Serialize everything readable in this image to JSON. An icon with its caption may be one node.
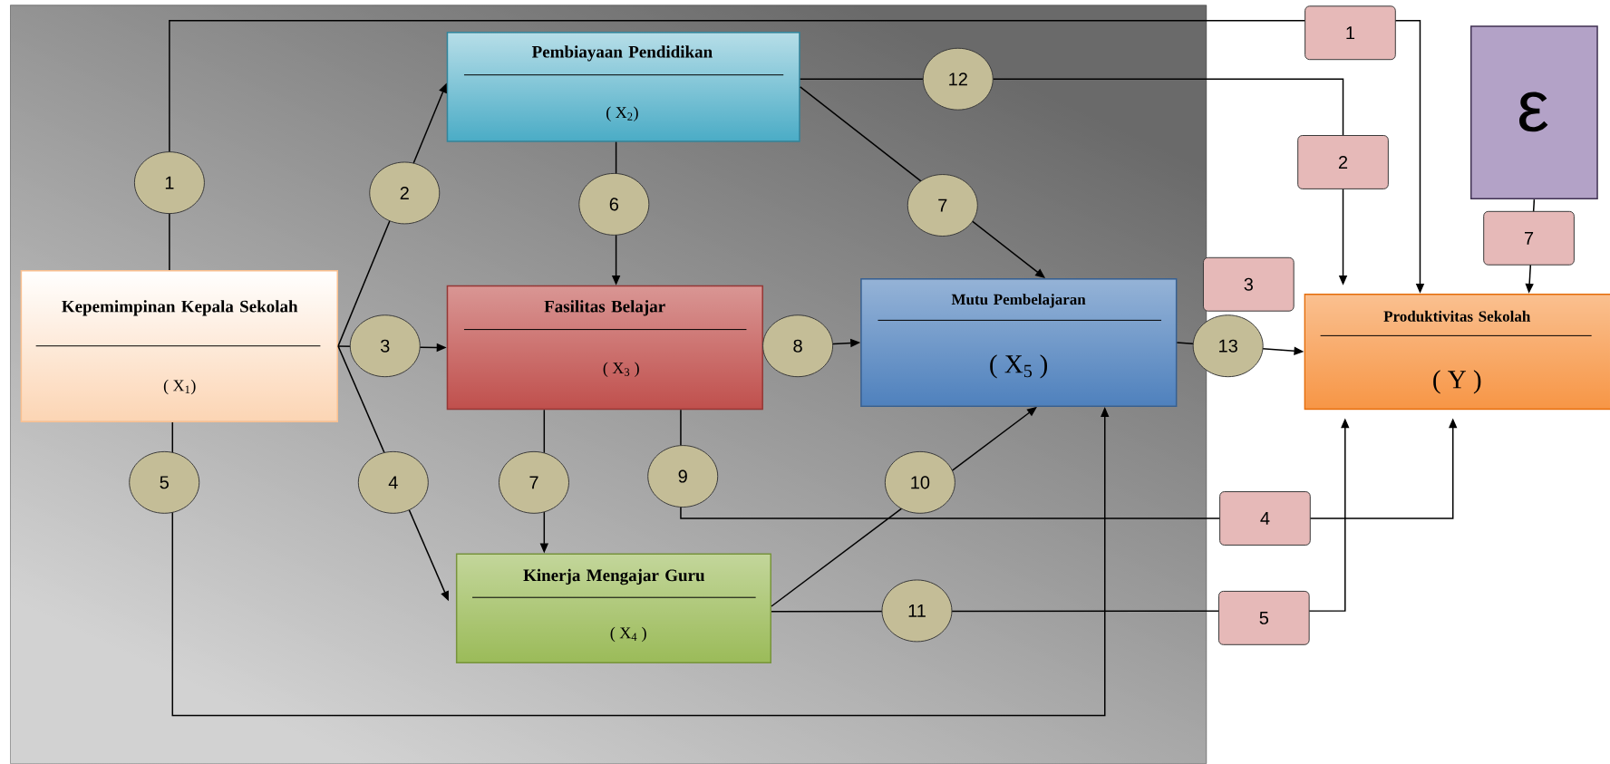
{
  "diagram": {
    "nodes": [
      {
        "text": [
          "Kepemimpinan Kepala Sekolah",
          "( X$_{1}$)"
        ]
      },
      {
        "text": [
          "Pembiayaan Pendidikan",
          "( X$_{2}$)"
        ]
      },
      {
        "text": [
          "Fasilitas Belajar",
          "( X$_{3}$ )"
        ]
      },
      {
        "text": [
          "Mutu Pembelajaran",
          "( X$_{5}$ )"
        ]
      },
      {
        "text": [
          "Kinerja Mengajar Guru",
          "( X$_{4}$ )"
        ]
      },
      {
        "text": [
          "Produktivitas Sekolah",
          "( Y )"
        ]
      },
      {
        "text": [
          "ε"
        ]
      }
    ],
    "edges": [
      {
        "from": 0,
        "to": 5,
        "arrow": "to",
        "label": "1"
      },
      {
        "from": 0,
        "to": 1,
        "arrow": "to",
        "label": "2"
      },
      {
        "from": 0,
        "to": 2,
        "arrow": "to",
        "label": "3"
      },
      {
        "from": 0,
        "to": 4,
        "arrow": "to",
        "label": "4"
      },
      {
        "from": 0,
        "to": 3,
        "arrow": "to",
        "label": "5"
      },
      {
        "from": 1,
        "to": 2,
        "arrow": "to",
        "label": "6"
      },
      {
        "from": 1,
        "to": 3,
        "arrow": "to",
        "label": "7"
      },
      {
        "from": 1,
        "to": 5,
        "arrow": "to",
        "label": "12"
      },
      {
        "from": 2,
        "to": 4,
        "arrow": "to",
        "label": "7"
      },
      {
        "from": 2,
        "to": 3,
        "arrow": "to",
        "label": "8"
      },
      {
        "from": 2,
        "to": 5,
        "arrow": "to",
        "label": "9"
      },
      {
        "from": 4,
        "to": 3,
        "arrow": "to",
        "label": "10"
      },
      {
        "from": 4,
        "to": 5,
        "arrow": "to",
        "label": "11"
      },
      {
        "from": 3,
        "to": 5,
        "arrow": "to",
        "label": "13"
      },
      {
        "from": 6,
        "to": 5,
        "arrow": "to",
        "label": "7"
      }
    ],
    "labels": [
      "1",
      "2",
      "3",
      "4",
      "5"
    ]
  }
}
